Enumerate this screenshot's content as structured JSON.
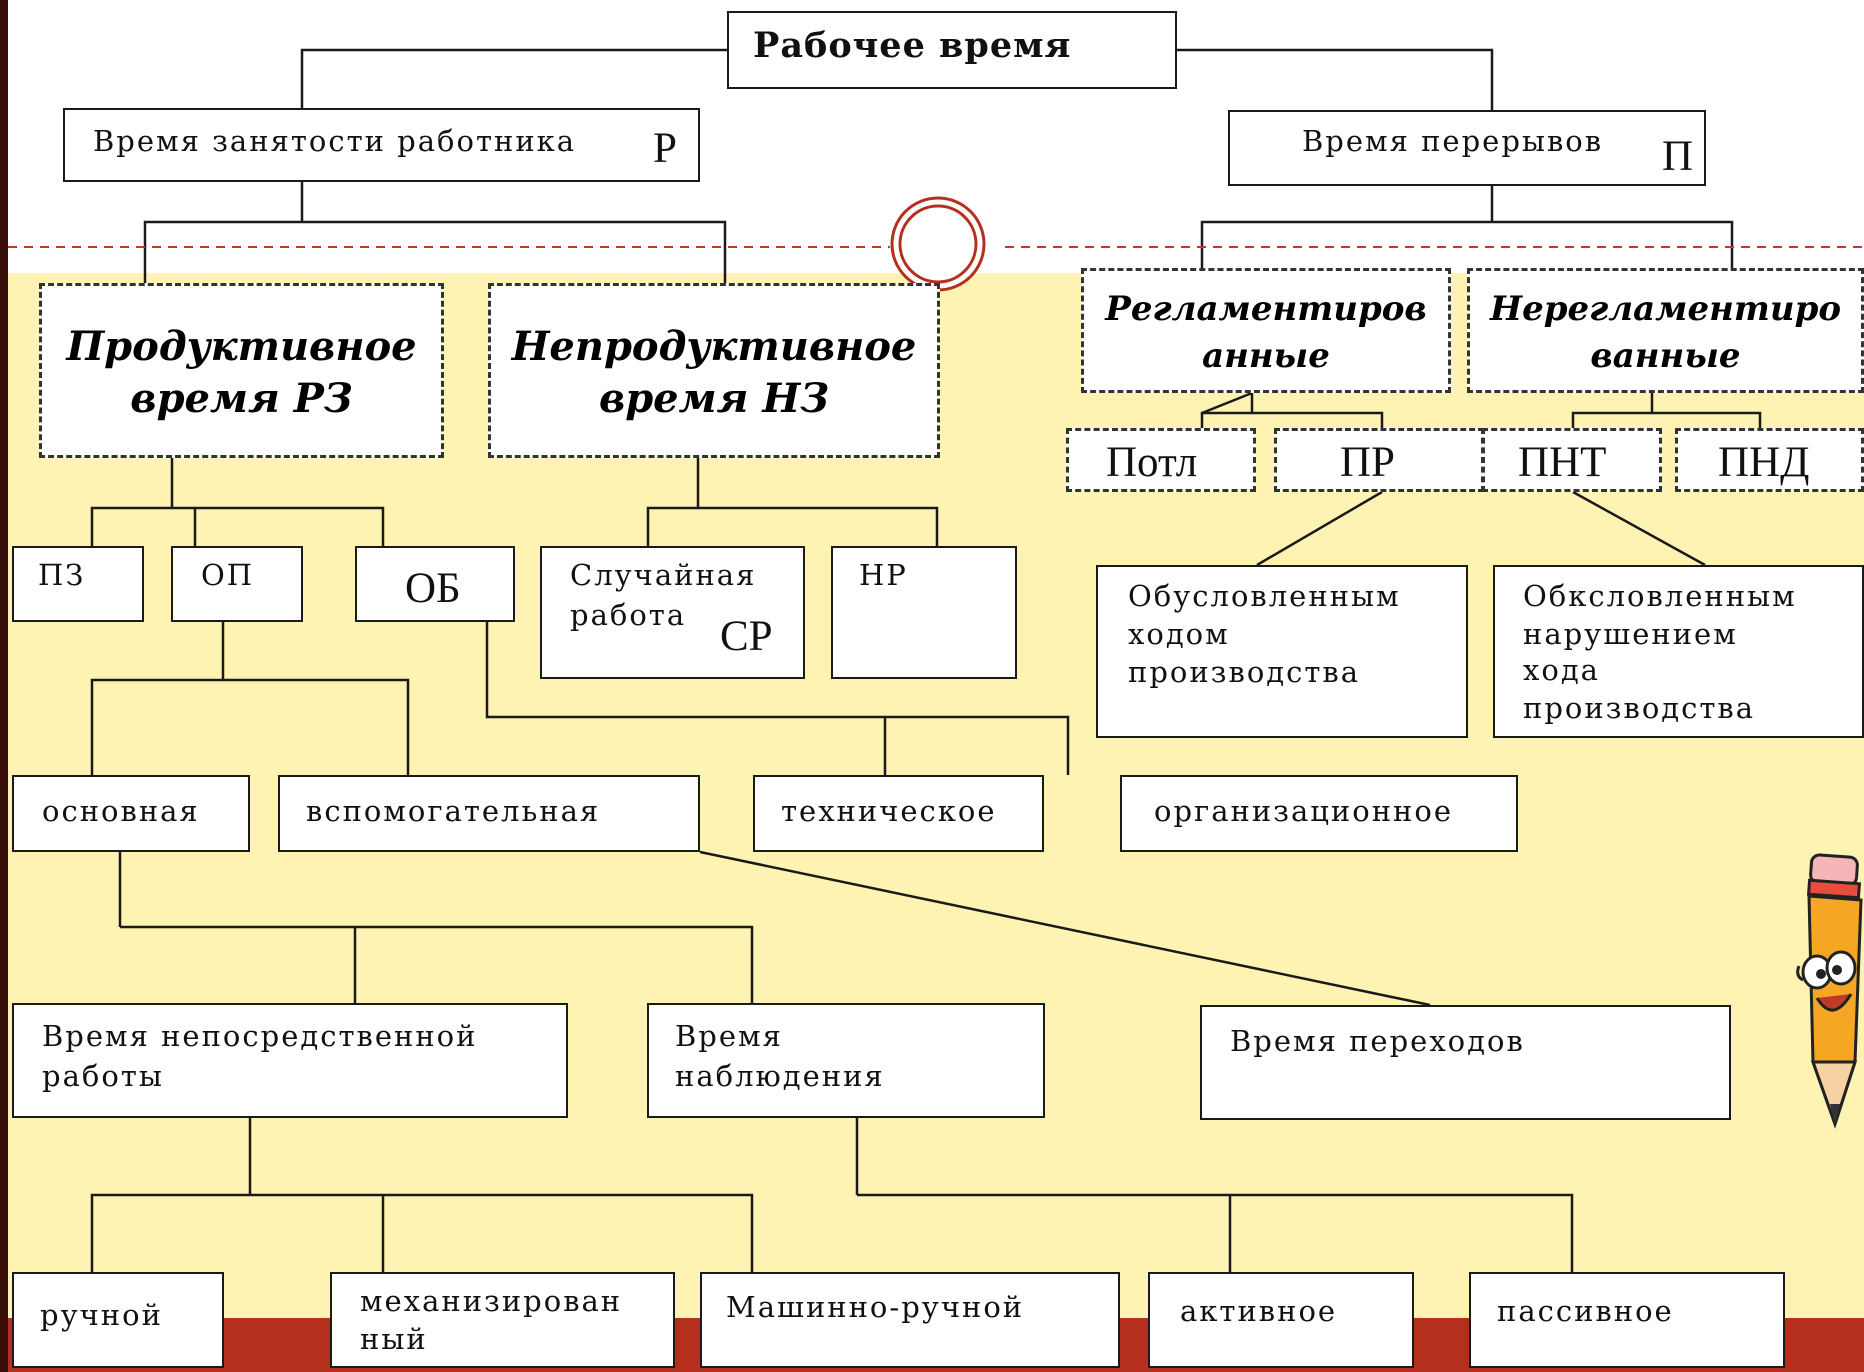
{
  "colors": {
    "background": "#ffffff",
    "lower_band": "#fff3b3",
    "bottom_stripe": "#b5301c",
    "divider": "#c0392b"
  },
  "top": {
    "title": "Рабочее время"
  },
  "employment": {
    "label": "Время занятости работника",
    "letter": "Р"
  },
  "breaks": {
    "label": "Время перерывов",
    "letter": "П"
  },
  "productive": {
    "line1": "Продуктивное",
    "line2": "время РЗ"
  },
  "unproductive": {
    "line1": "Непродуктивное",
    "line2": "время НЗ"
  },
  "regulated": {
    "line1": "Регламентиров",
    "line2": "анные"
  },
  "unregulated": {
    "line1": "Нерегламентиро",
    "line2": "ванные"
  },
  "break_types": [
    "Потл",
    "ПР",
    "ПНТ",
    "ПНД"
  ],
  "pz": "ПЗ",
  "op": "ОП",
  "ob": "ОБ",
  "random": {
    "line1": "Случайная",
    "line2": "работа",
    "letter": "СР"
  },
  "nr": "НР",
  "production": {
    "line1": "Обусловленным",
    "line2": "ходом",
    "line3": "производства"
  },
  "violation": {
    "line1": "Обксловленным",
    "line2": "нарушением",
    "line3": "хода",
    "line4": "производства"
  },
  "main_work": "основная",
  "aux_work": "вспомогательная",
  "technical": "техническое",
  "organizational": "организационное",
  "direct": {
    "line1": "Время непосредственной",
    "line2": "работы"
  },
  "observation": {
    "line1": "Время",
    "line2": "наблюдения"
  },
  "transitions": "Время переходов",
  "manual": "ручной",
  "mechanized": {
    "line1": "механизирован",
    "line2": "ный"
  },
  "machine_manual": "Машинно-ручной",
  "active": "активное",
  "passive": "пассивное",
  "mascot": "pencil-mascot-icon"
}
